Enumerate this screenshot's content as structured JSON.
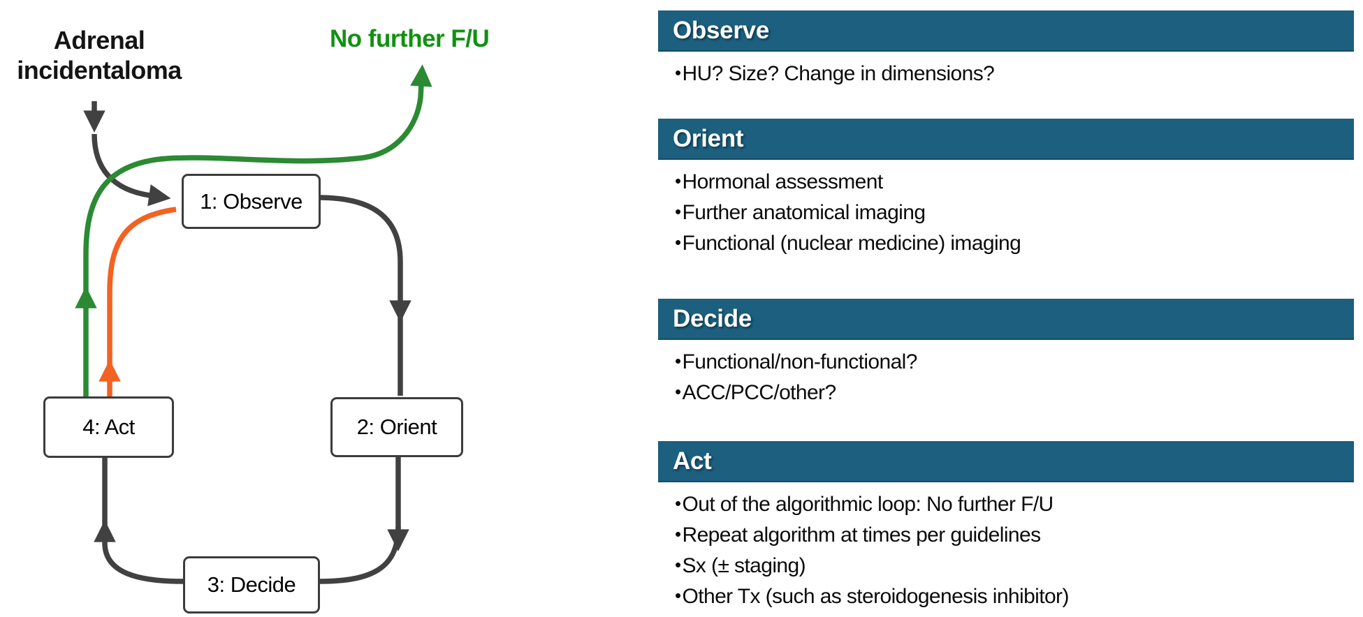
{
  "diagram": {
    "source_label_line1": "Adrenal",
    "source_label_line2": "incidentaloma",
    "exit_label": "No further F/U",
    "nodes": {
      "observe": "1: Observe",
      "orient": "2: Orient",
      "decide": "3: Decide",
      "act": "4: Act"
    },
    "colors": {
      "loop_arrow": "#414141",
      "exit_arrow": "#2b8a33",
      "repeat_arrow": "#f26222",
      "exit_text": "#119112"
    }
  },
  "panels": [
    {
      "title": "Observe",
      "bullets": [
        "HU? Size? Change in dimensions?"
      ]
    },
    {
      "title": "Orient",
      "bullets": [
        "Hormonal assessment",
        "Further anatomical imaging",
        "Functional (nuclear medicine) imaging"
      ]
    },
    {
      "title": "Decide",
      "bullets": [
        "Functional/non-functional?",
        "ACC/PCC/other?"
      ]
    },
    {
      "title": "Act",
      "bullets": [
        "Out of the algorithmic loop: No further F/U",
        "Repeat algorithm at times per guidelines",
        "Sx (± staging)",
        "Other Tx (such as steroidogenesis inhibitor)"
      ]
    }
  ],
  "header_style": {
    "background": "#1c5f7f",
    "text_color": "#ffffff"
  }
}
